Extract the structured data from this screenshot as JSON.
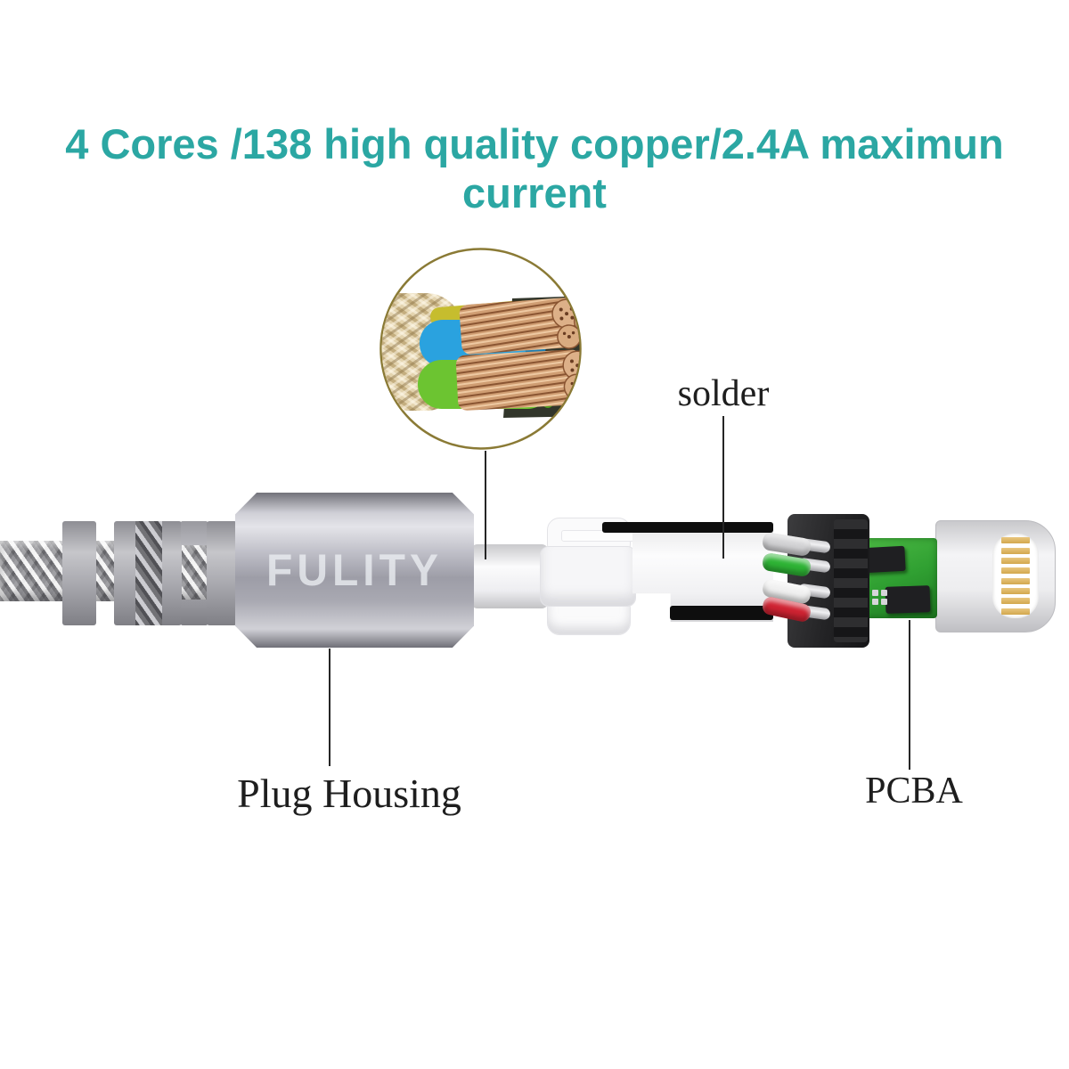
{
  "headline": {
    "text": "4 Cores /138 high quality copper/2.4A maximun current",
    "color": "#2BA7A3"
  },
  "brand": {
    "logo_text": "FULITY"
  },
  "annotations": {
    "solder": {
      "label": "solder"
    },
    "plug_housing": {
      "label": "Plug Housing"
    },
    "pcba": {
      "label": "PCBA"
    }
  },
  "inset": {
    "border_color": "#8a7a35",
    "sheath_color": "#e3d3ae",
    "wire_blue": "#2aa2df",
    "wire_green": "#6cc431",
    "wire_yellow": "#c6bd2e",
    "copper_color": "#cf9d72"
  },
  "wires": {
    "colors": [
      "#d3d3d5",
      "#2eb435",
      "#f0f0f0",
      "#cf2332"
    ],
    "names": [
      "white-wire",
      "green-wire",
      "white-wire",
      "red-wire"
    ]
  },
  "connector": {
    "pins": 4,
    "color": "#232325"
  },
  "pcba": {
    "board_color": "#30a032",
    "chip_color": "#1f1f22"
  },
  "lightning": {
    "contacts": 8,
    "contact_color": "#d2a84d",
    "body_color": "#ededef"
  },
  "housing": {
    "color": "#a9a9b2"
  }
}
